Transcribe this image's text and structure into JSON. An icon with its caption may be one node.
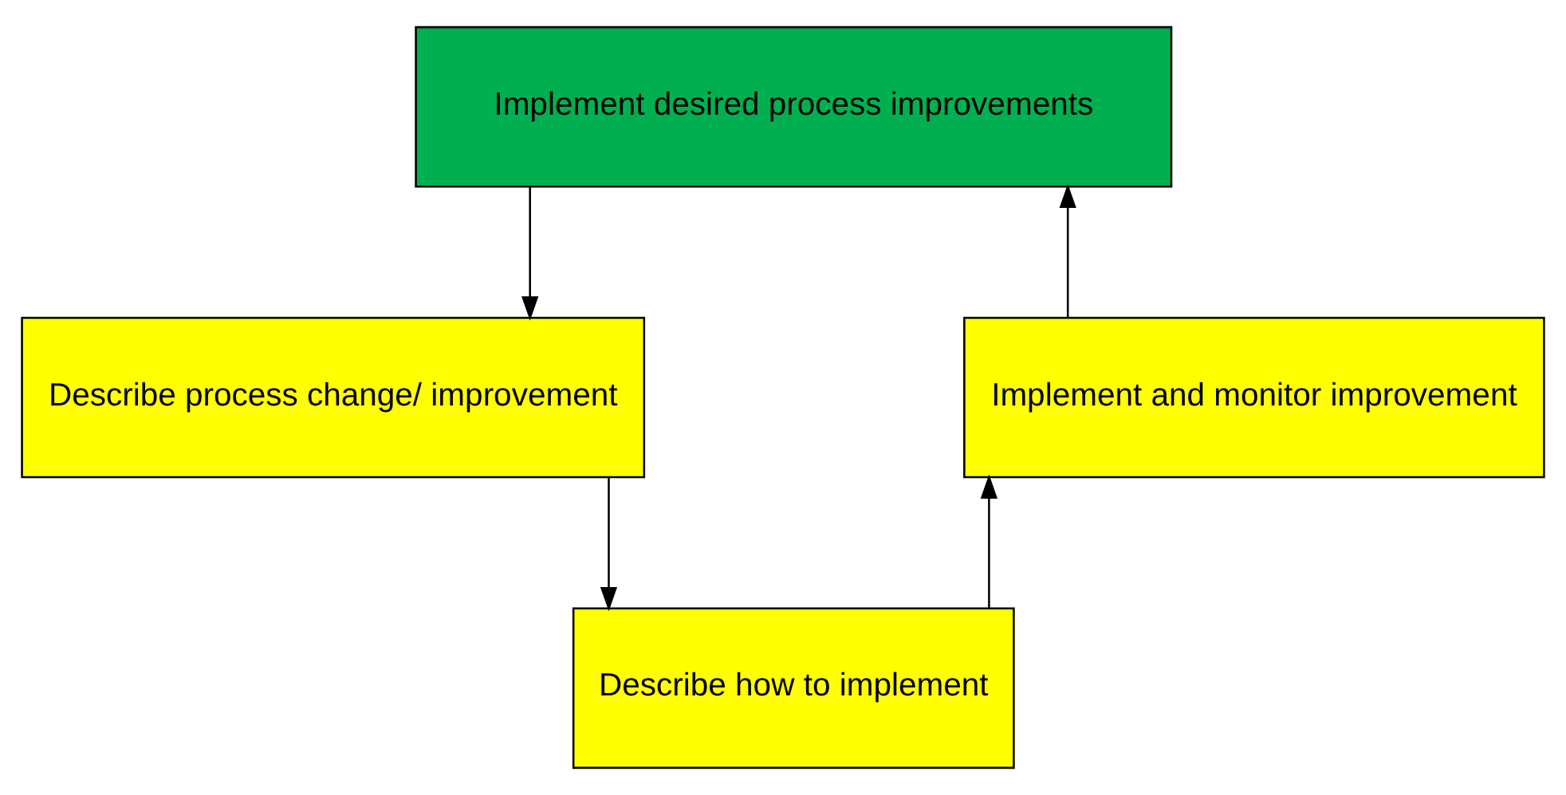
{
  "diagram": {
    "nodes": [
      {
        "text": [
          "Implement desired process improvements"
        ]
      },
      {
        "text": [
          "Describe process change/ improvement"
        ]
      },
      {
        "text": [
          "Describe how to implement"
        ]
      },
      {
        "text": [
          "Implement and monitor improvement"
        ]
      }
    ],
    "edges": [
      {
        "from": 0,
        "to": 1,
        "arrow": "to"
      },
      {
        "from": 1,
        "to": 2,
        "arrow": "to"
      },
      {
        "from": 2,
        "to": 3,
        "arrow": "to"
      },
      {
        "from": 3,
        "to": 0,
        "arrow": "to"
      }
    ]
  }
}
